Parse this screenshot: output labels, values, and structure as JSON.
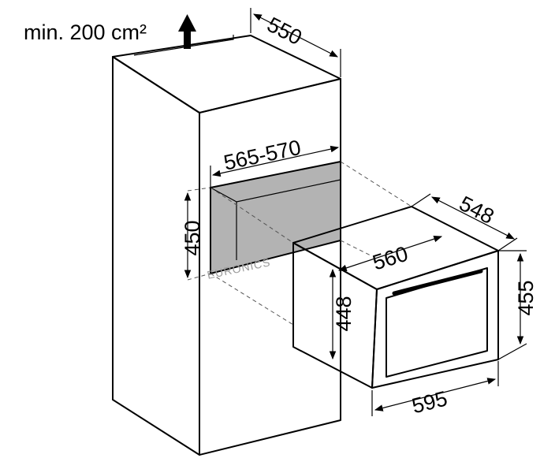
{
  "ventilation_note": "min. 200 cm²",
  "watermark": "EURONICS",
  "dimensions": {
    "cabinet_depth": "550",
    "niche_width": "565-570",
    "niche_height": "450",
    "appliance_depth": "548",
    "appliance_body_width": "560",
    "appliance_body_height": "448",
    "appliance_front_height": "455",
    "appliance_front_width": "595"
  },
  "colors": {
    "line": "#000000",
    "niche_fill": "#b3b3b3",
    "door_fill": "#ffffff",
    "dash": "#555555"
  }
}
